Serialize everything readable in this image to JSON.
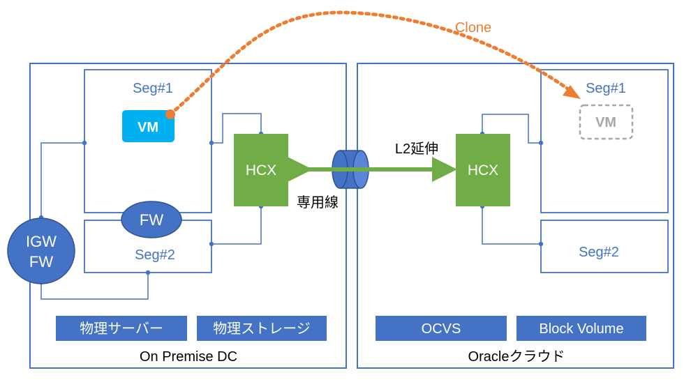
{
  "colors": {
    "frame": "#4472c4",
    "hcx": "#70ad47",
    "vm": "#00b0f0",
    "ghost": "#a6a6a6",
    "clone": "#ed7d31",
    "label_text": "#4472c4",
    "bar_text": "#ffffff",
    "black_text": "#000000"
  },
  "clone_label": "Clone",
  "link_label": "L2延伸",
  "dedicated_line_label": "専用線",
  "onprem": {
    "title": "On Premise DC",
    "seg1_label": "Seg#1",
    "seg2_label": "Seg#2",
    "vm_label": "VM",
    "fw_label": "FW",
    "igw_line1": "IGW",
    "igw_line2": "FW",
    "hcx_label": "HCX",
    "bar1": "物理サーバー",
    "bar2": "物理ストレージ"
  },
  "oracle": {
    "title": "Oracleクラウド",
    "seg1_label": "Seg#1",
    "seg2_label": "Seg#2",
    "vm_label": "VM",
    "hcx_label": "HCX",
    "bar1": "OCVS",
    "bar2": "Block Volume"
  }
}
